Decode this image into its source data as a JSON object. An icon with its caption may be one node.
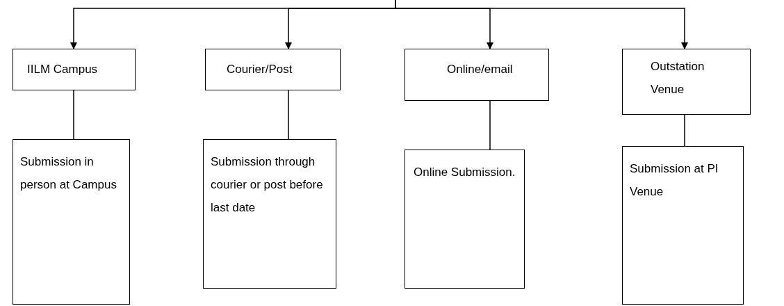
{
  "diagram": {
    "nodes": [
      {
        "text": [
          "IILM Campus"
        ]
      },
      {
        "text": [
          "Courier/Post"
        ]
      },
      {
        "text": [
          "Online/email"
        ]
      },
      {
        "text": [
          "Outstation Venue"
        ]
      },
      {
        "text": [
          "Submission in person at Campus"
        ]
      },
      {
        "text": [
          "Submission through courier or post before last date"
        ]
      },
      {
        "text": [
          "Online Submission."
        ]
      },
      {
        "text": [
          "Submission at PI Venue"
        ]
      }
    ],
    "edges": [
      {
        "from": null,
        "to": 0,
        "arrow": "to"
      },
      {
        "from": null,
        "to": 1,
        "arrow": "to"
      },
      {
        "from": null,
        "to": 2,
        "arrow": "to"
      },
      {
        "from": null,
        "to": 3,
        "arrow": "to"
      },
      {
        "from": 0,
        "to": 4,
        "arrow": "none"
      },
      {
        "from": 1,
        "to": 5,
        "arrow": "none"
      },
      {
        "from": 2,
        "to": 6,
        "arrow": "none"
      },
      {
        "from": 3,
        "to": 7,
        "arrow": "none"
      }
    ]
  }
}
